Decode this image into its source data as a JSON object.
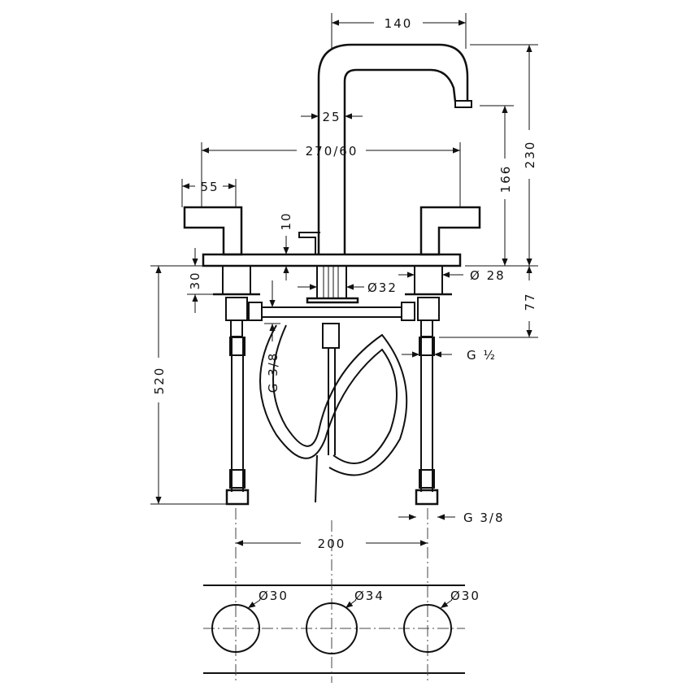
{
  "dimensions": {
    "spout_reach": "140",
    "spout_diameter": "25",
    "handle_spread": "270/60",
    "handle_width": "55",
    "deck_thickness": "10",
    "total_height": "230",
    "spout_height": "166",
    "handle_diameter": "Ø 28",
    "spout_base_diameter": "Ø32",
    "shank_left": "30",
    "below_deck": "77",
    "hose_connection_left": "G 3/8",
    "valve_connection": "G ½",
    "hose_length": "520",
    "supply_connection": "G 3/8",
    "center_distance": "200"
  },
  "hole_pattern": {
    "left": "Ø30",
    "center": "Ø34",
    "right": "Ø30"
  }
}
